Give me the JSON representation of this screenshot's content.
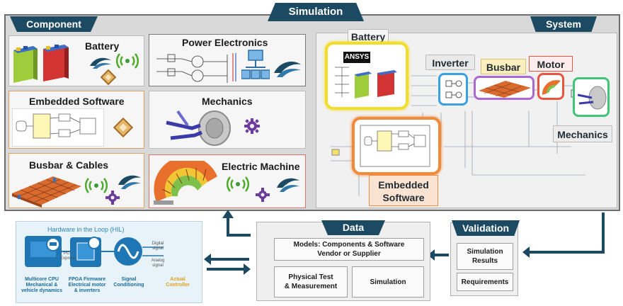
{
  "headers": {
    "simulation": "Simulation",
    "component": "Component",
    "system": "System",
    "data": "Data",
    "validation": "Validation"
  },
  "components": {
    "battery": "Battery",
    "power_electronics": "Power Electronics",
    "embedded_software": "Embedded Software",
    "mechanics": "Mechanics",
    "busbar_cables": "Busbar & Cables",
    "electric_machine": "Electric Machine"
  },
  "system": {
    "battery": "Battery",
    "inverter": "Inverter",
    "busbar": "Busbar",
    "motor": "Motor",
    "mechanics": "Mechanics",
    "embedded_software": "Embedded Software",
    "ansys_logo": "ANSYS"
  },
  "hil": {
    "title": "Hardware in the Loop (HIL)",
    "multicore": "Multicore CPU\nMechanical &\nvehicle dynamics",
    "fpga": "FPGA Firmware\nElectrical motor\n& inverters",
    "signal": "Signal\nConditioning",
    "controller": "Actual\nController",
    "pcie": "PCI-\nExpress",
    "digital": "Digital\nsignal",
    "analog": "Analog\nsignal"
  },
  "data_section": {
    "models": "Models: Components & Software\nVendor or Supplier",
    "physical": "Physical Test\n& Measurement",
    "simulation": "Simulation"
  },
  "validation_section": {
    "results": "Simulation\nResults",
    "requirements": "Requirements"
  },
  "colors": {
    "header": "#1d4a63",
    "battery_ring": "#f2dc2c",
    "embedded_ring": "#f08a3c",
    "inverter_ring": "#3aa0e6",
    "busbar_ring": "#a86ad1",
    "motor_ring": "#e8543f",
    "mechanics_ring": "#41c47a",
    "arrow": "#1d4a63"
  }
}
